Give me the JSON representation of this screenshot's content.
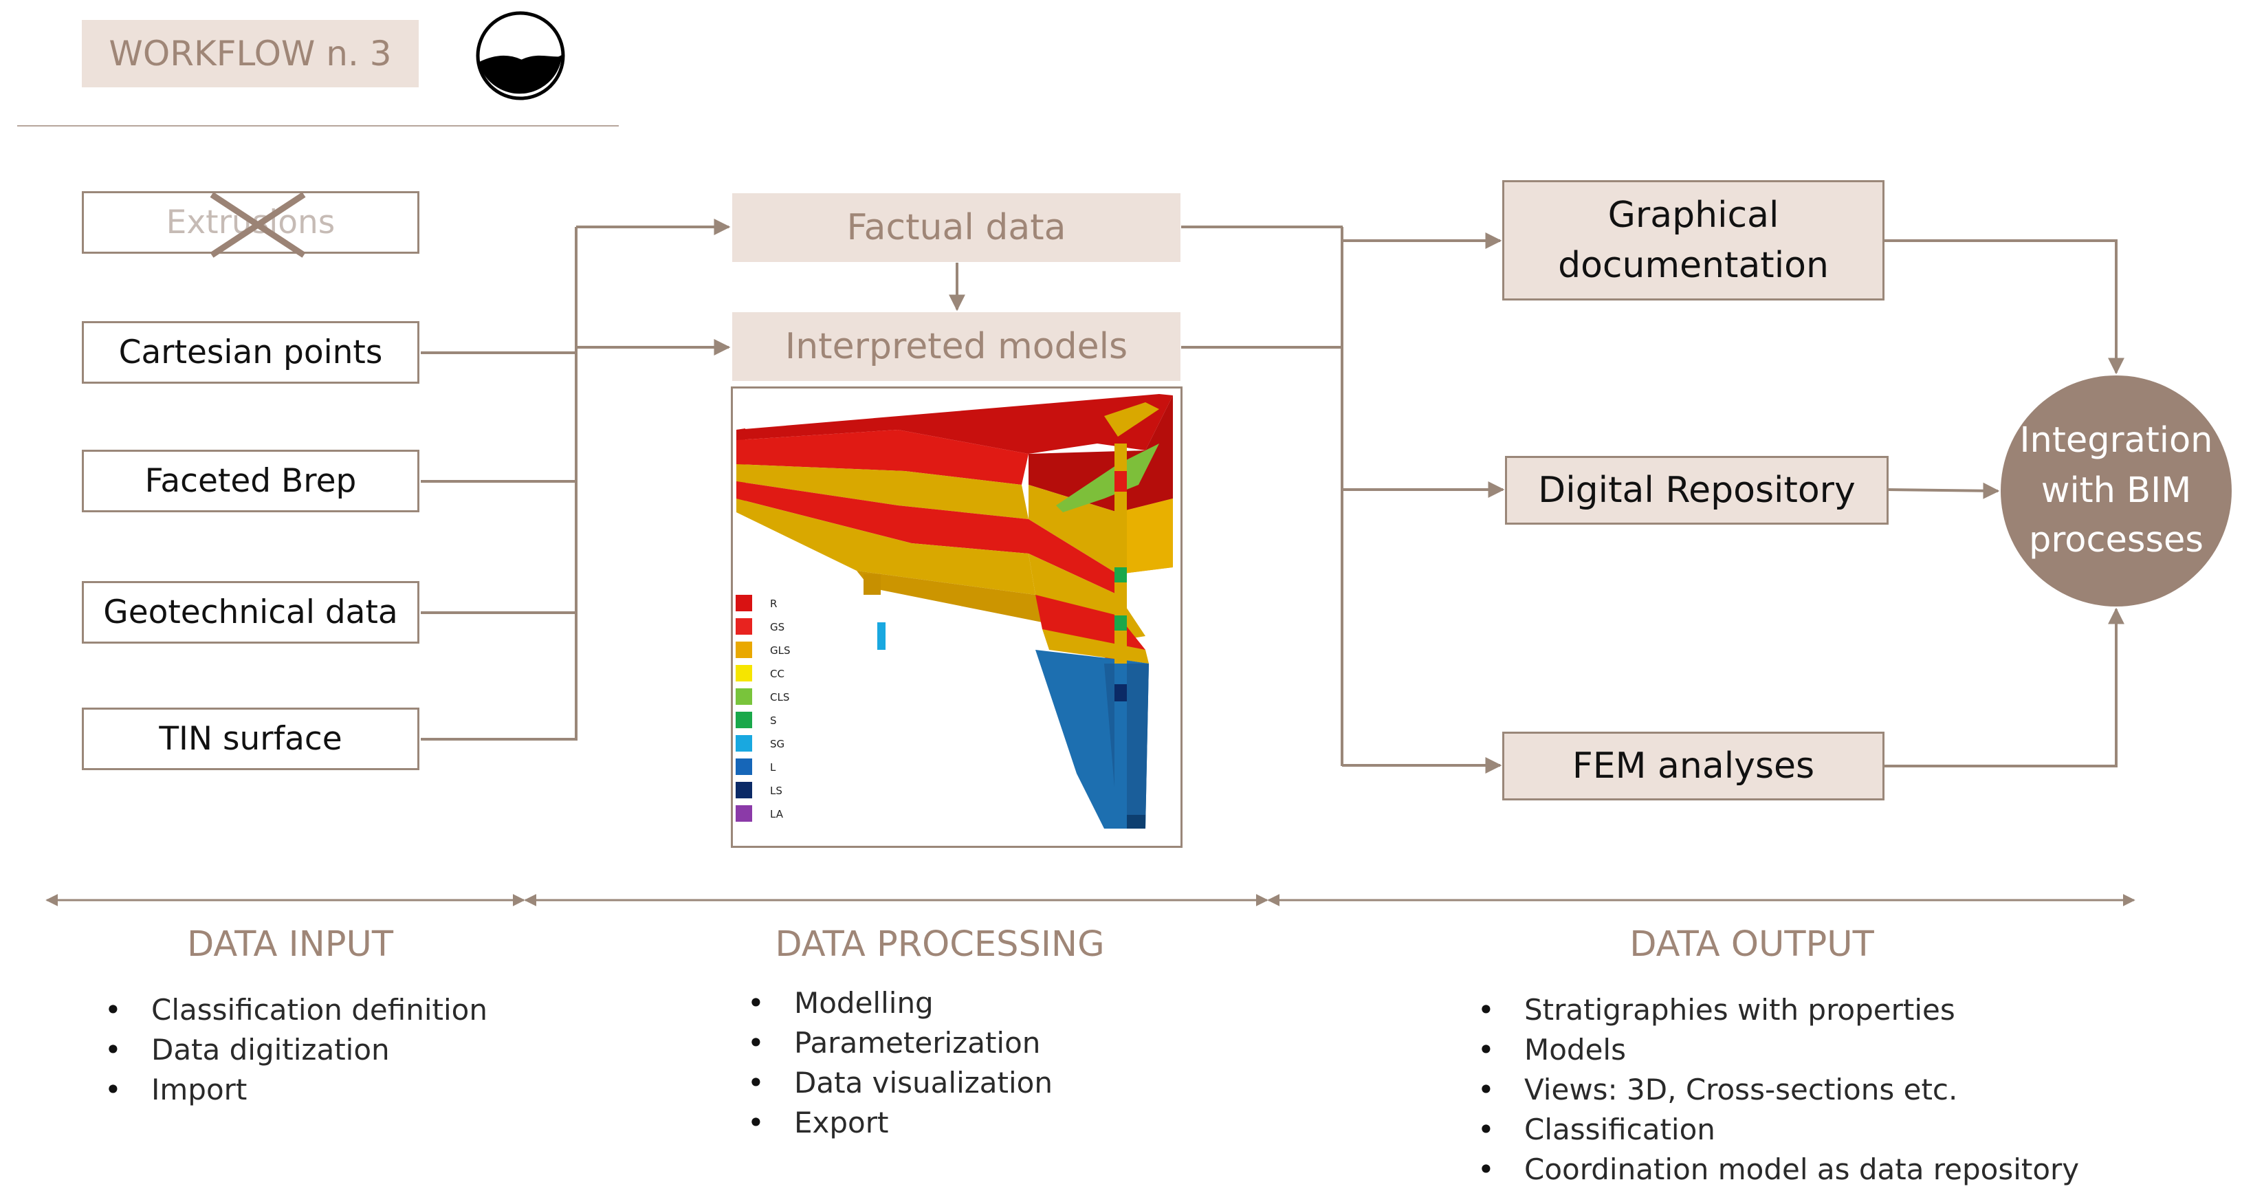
{
  "header": {
    "title": "WORKFLOW n. 3"
  },
  "inputs": [
    {
      "label": "Extrusions",
      "crossed_out": true
    },
    {
      "label": "Cartesian points"
    },
    {
      "label": "Faceted Brep"
    },
    {
      "label": "Geotechnical data"
    },
    {
      "label": "TIN surface"
    }
  ],
  "processing": {
    "factual": "Factual data",
    "interpreted": "Interpreted models",
    "model_legend": [
      "R",
      "GS",
      "GLS",
      "CC",
      "CLS",
      "S",
      "SG",
      "L",
      "LS",
      "LA"
    ]
  },
  "outputs": {
    "graphical_l1": "Graphical",
    "graphical_l2": "documentation",
    "repository": "Digital Repository",
    "fem": "FEM analyses"
  },
  "integration": {
    "l1": "Integration",
    "l2": "with BIM",
    "l3": "processes"
  },
  "sections": {
    "input": {
      "title": "DATA INPUT",
      "items": [
        "Classification definition",
        "Data digitization",
        "Import"
      ]
    },
    "processing": {
      "title": "DATA PROCESSING",
      "items": [
        "Modelling",
        "Parameterization",
        "Data visualization",
        "Export"
      ]
    },
    "output": {
      "title": "DATA OUTPUT",
      "items": [
        "Stratigraphies with properties",
        "Models",
        "Views:  3D, Cross-sections etc.",
        "Classification",
        "Coordination model as data repository"
      ]
    }
  },
  "colors": {
    "accent": "#9b8375",
    "box_fill": "#ede1da",
    "line": "#9a8779",
    "legend": [
      "#d91212",
      "#e8231f",
      "#e9a800",
      "#f6e500",
      "#79c43b",
      "#1aa84a",
      "#19a8e0",
      "#1666b8",
      "#0b2a66",
      "#8b3aa8"
    ]
  }
}
